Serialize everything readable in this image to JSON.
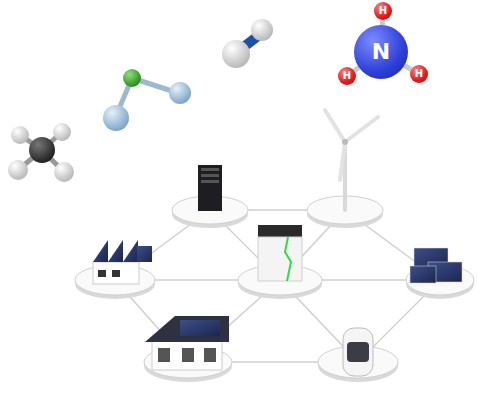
{
  "diagram": {
    "nodes": [
      {
        "text": [
          "H"
        ]
      },
      {
        "text": [
          "N"
        ]
      },
      {
        "text": [
          "H"
        ]
      },
      {
        "text": [
          "H"
        ]
      }
    ],
    "edges": [
      {
        "from": 1,
        "to": 0,
        "arrow": "none"
      },
      {
        "from": 1,
        "to": 2,
        "arrow": "none"
      },
      {
        "from": 1,
        "to": 3,
        "arrow": "none"
      }
    ]
  }
}
